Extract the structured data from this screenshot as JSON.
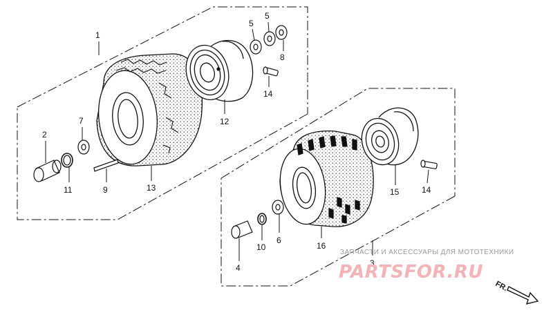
{
  "callouts": {
    "c1": "1",
    "c2": "2",
    "c3": "3",
    "c4": "4",
    "c5a": "5",
    "c5b": "5",
    "c6": "6",
    "c7": "7",
    "c8": "8",
    "c9": "9",
    "c10": "10",
    "c11": "11",
    "c12": "12",
    "c13": "13",
    "c14a": "14",
    "c14b": "14",
    "c15": "15",
    "c16": "16"
  },
  "direction": {
    "label": "FR."
  },
  "watermark": {
    "subtitle": "ЗАПЧАСТИ И АКСЕССУАРЫ ДЛЯ МОТОТЕХНИКИ",
    "logo": "PARTSFOR.RU",
    "color": "#f0a0a6"
  },
  "colors": {
    "line": "#111111",
    "background": "#ffffff"
  }
}
